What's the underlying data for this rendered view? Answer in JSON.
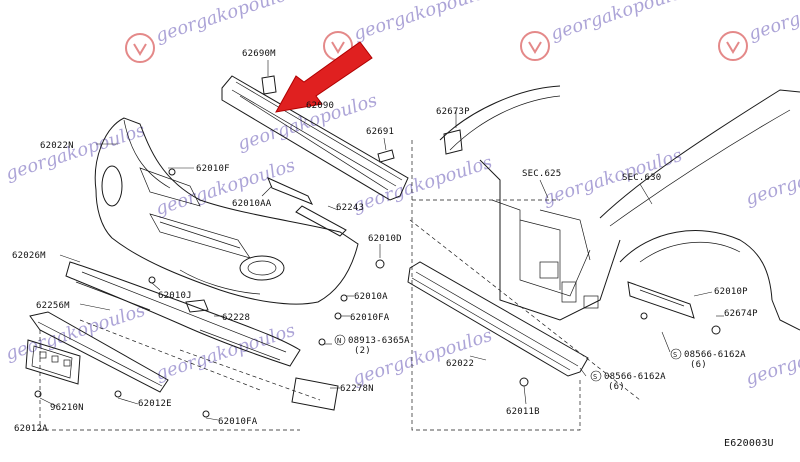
{
  "labels": {
    "p62690M": "62690M",
    "p62090": "62090",
    "p62691": "62691",
    "p62673P": "62673P",
    "p62022N": "62022N",
    "p62010F": "62010F",
    "p62010AA": "62010AA",
    "p62243": "62243",
    "p62010D": "62010D",
    "p62026M": "62026M",
    "p62010J": "62010J",
    "p62010A": "62010A",
    "p62256M": "62256M",
    "p62228": "62228",
    "p62010FA_a": "62010FA",
    "p08913": "08913-6365A",
    "p08913q": "(2)",
    "p96210N": "96210N",
    "p62012E": "62012E",
    "p62278N": "62278N",
    "p62012A": "62012A",
    "p62010FA_b": "62010FA",
    "p62022": "62022",
    "p62011B": "62011B",
    "sec625": "SEC.625",
    "sec630": "SEC.630",
    "p62010P": "62010P",
    "p62674P": "62674P",
    "p08566a": "08566-6162A",
    "p08566a_q": "(6)",
    "p08566b": "08566-6162A",
    "p08566b_q": "(6)",
    "code": "E620003U"
  },
  "watermark": {
    "text": "georgakopoulos",
    "color": "#6a5ab8",
    "logo_color": "#d23a3a"
  },
  "arrow_color": "#e02020"
}
